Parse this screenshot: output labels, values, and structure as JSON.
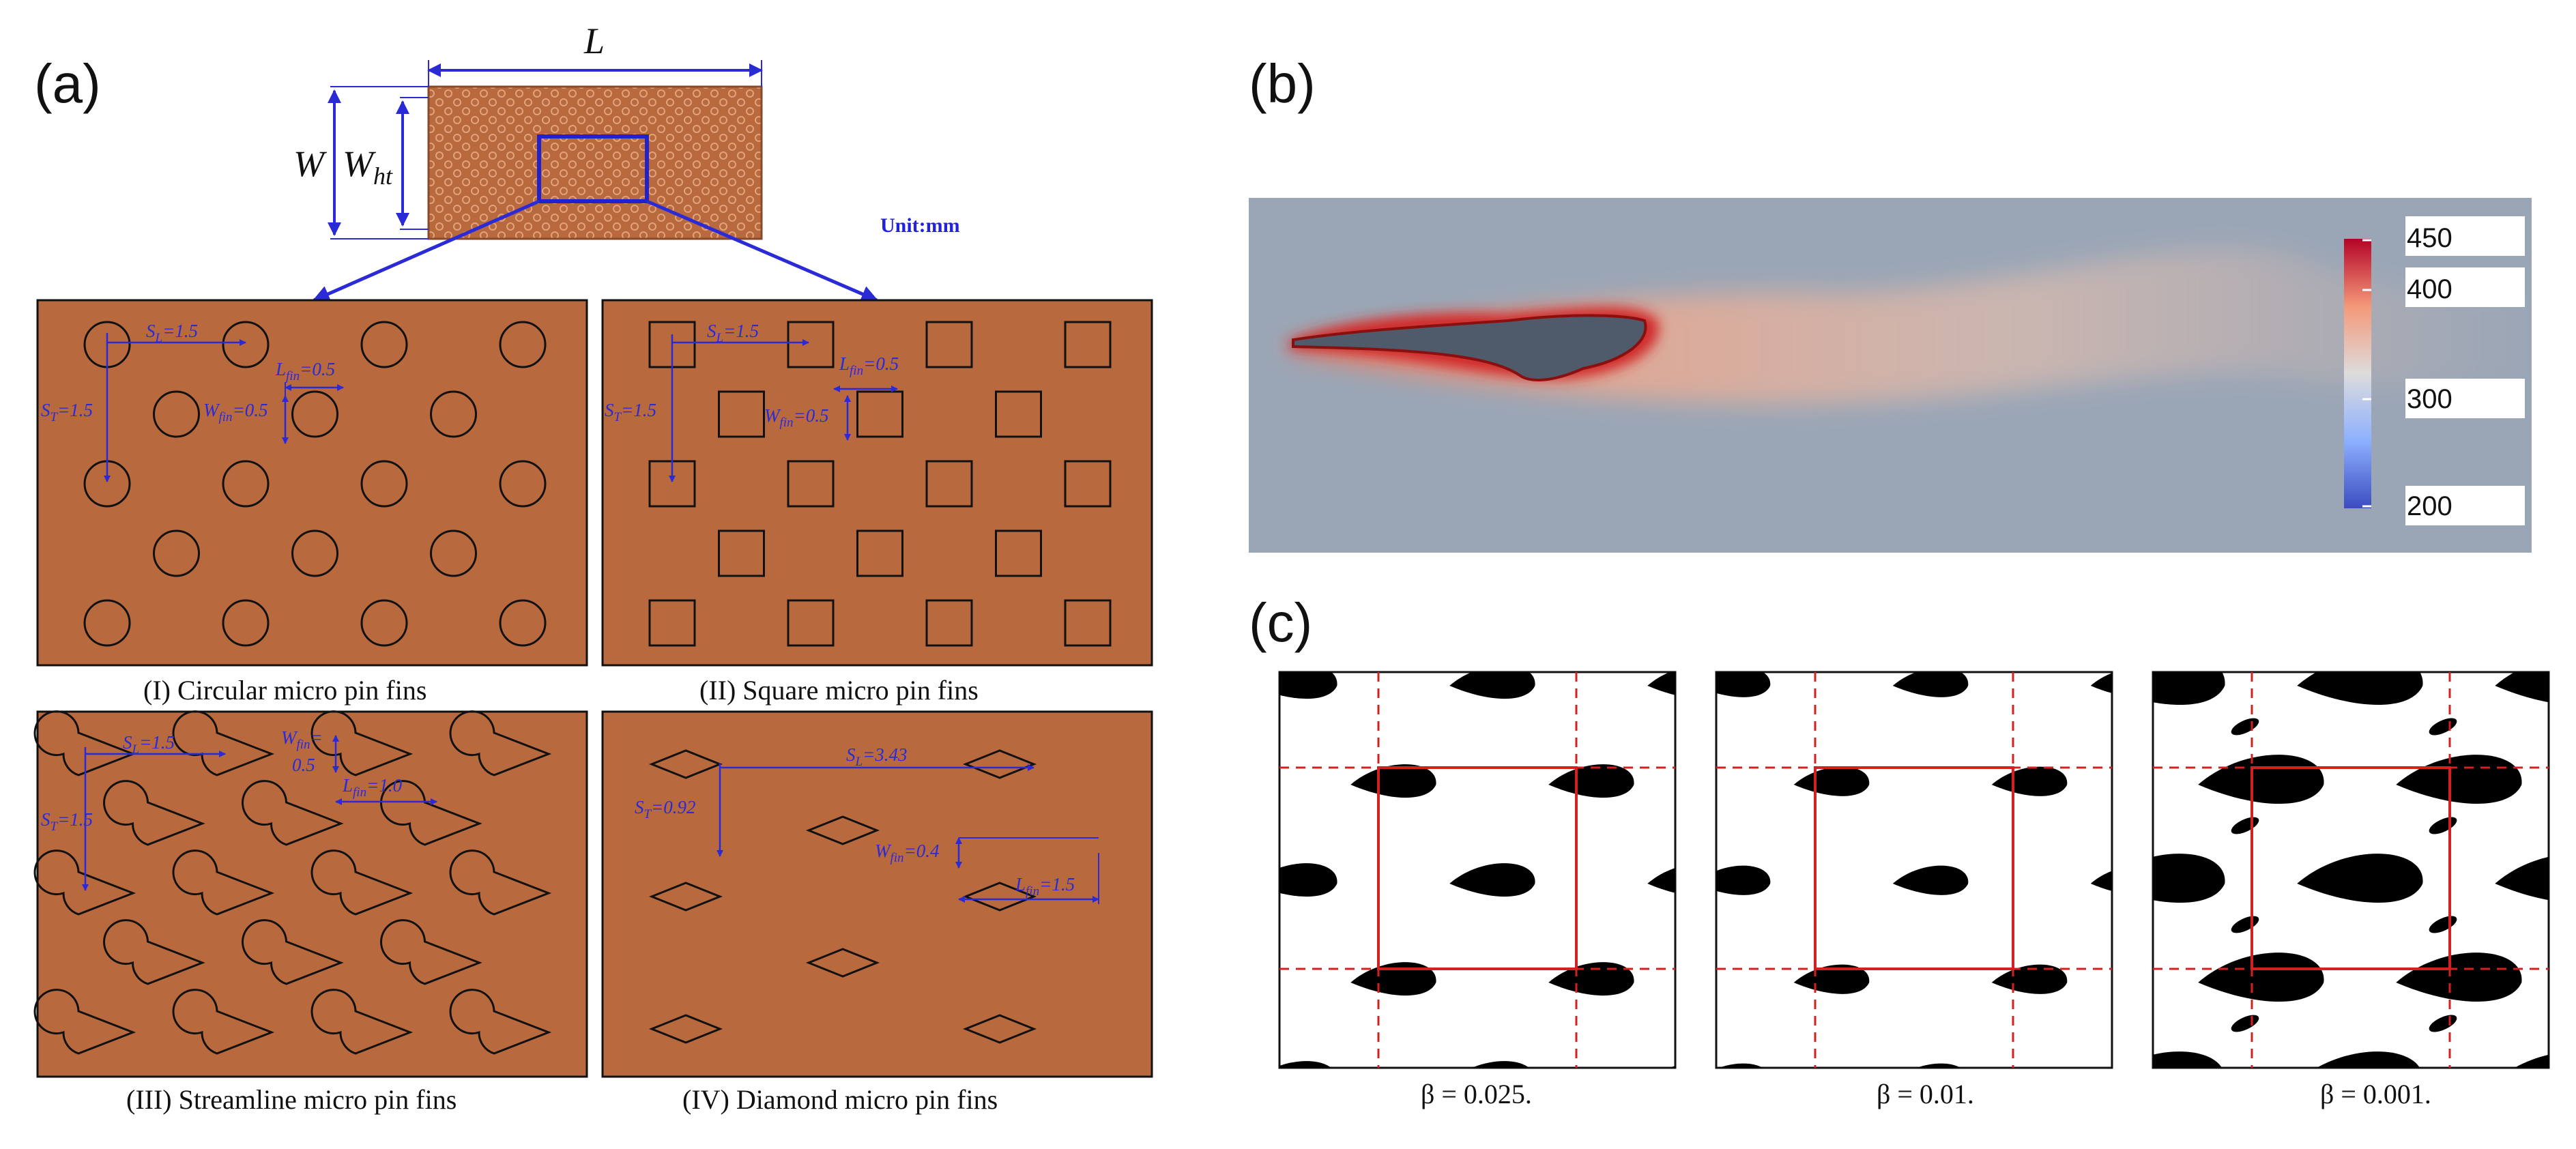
{
  "panel_labels": {
    "a": "(a)",
    "b": "(b)",
    "c": "(c)"
  },
  "overview": {
    "length_label": "L",
    "width_label": "W",
    "ht_label": "W",
    "ht_sub": "ht",
    "unit": "Unit:mm"
  },
  "fins": [
    {
      "caption": "(I)  Circular micro pin fins",
      "sl": "S",
      "sl_sub": "L",
      "sl_val": "=1.5",
      "st": "S",
      "st_sub": "T",
      "st_val": "=1.5",
      "lf": "L",
      "lf_sub": "fin",
      "lf_val": "=0.5",
      "wf": "W",
      "wf_sub": "fin",
      "wf_val": "=0.5"
    },
    {
      "caption": "(II) Square micro pin fins",
      "sl": "S",
      "sl_sub": "L",
      "sl_val": "=1.5",
      "st": "S",
      "st_sub": "T",
      "st_val": "=1.5",
      "lf": "L",
      "lf_sub": "fin",
      "lf_val": "=0.5",
      "wf": "W",
      "wf_sub": "fin",
      "wf_val": "=0.5"
    },
    {
      "caption": "(III) Streamline micro pin fins",
      "sl": "S",
      "sl_sub": "L",
      "sl_val": "=1.5",
      "st": "S",
      "st_sub": "T",
      "st_val": "=1.5",
      "lf": "L",
      "lf_sub": "fin",
      "lf_val": "=1.0",
      "wf": "W",
      "wf_sub": "fin",
      "wf_val": "=",
      "wf_extra": "0.5"
    },
    {
      "caption": "(IV) Diamond micro pin fins",
      "sl": "S",
      "sl_sub": "L",
      "sl_val": "=3.43",
      "st": "S",
      "st_sub": "T",
      "st_val": "=0.92",
      "lf": "L",
      "lf_sub": "fin",
      "lf_val": "=1.5",
      "wf": "W",
      "wf_sub": "fin",
      "wf_val": "=0.4"
    }
  ],
  "colorbar": {
    "ticks": [
      "450",
      "400",
      "300",
      "200"
    ],
    "colors": [
      "#b40426",
      "#f4987a",
      "#dddcdc",
      "#8db0fe",
      "#3b4cc0"
    ]
  },
  "topology": {
    "betas": [
      "β = 0.025.",
      "β = 0.01.",
      "β = 0.001."
    ]
  },
  "colors": {
    "copper": "#b8693e",
    "blue": "#2a2ad6",
    "flow_bg": "#9aa6b6",
    "solid": "#4f5a6a",
    "red": "#d32020"
  }
}
